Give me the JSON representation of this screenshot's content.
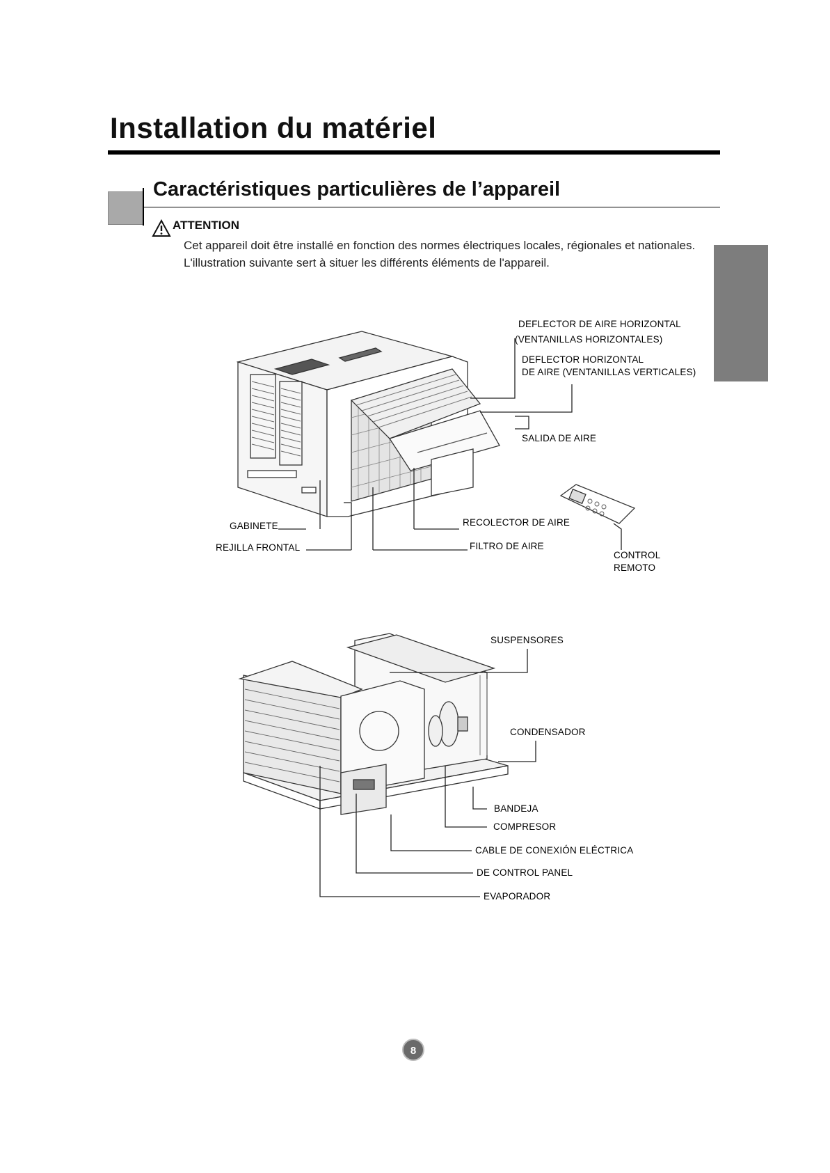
{
  "page": {
    "title": "Installation du matériel",
    "section_title": "Caractéristiques particulières de l’appareil",
    "page_number": "8"
  },
  "attention": {
    "label": "ATTENTION",
    "text": "Cet appareil doit être installé en fonction des normes électriques locales, régionales et nationales.  L'illustration suivante sert à situer les différents éléments de l'appareil."
  },
  "icons": {
    "warning": "warning-triangle-icon"
  },
  "figure_front": {
    "labels": {
      "deflector_horizontal_line1": "DEFLECTOR DE AIRE HORIZONTAL",
      "deflector_horizontal_line2": "(VENTANILLAS  HORIZONTALES)",
      "deflector_vertical_line1": "DEFLECTOR HORIZONTAL",
      "deflector_vertical_line2": "DE AIRE (VENTANILLAS  VERTICALES)",
      "salida": "SALIDA DE AIRE",
      "gabinete": "GABINETE",
      "recolector": "RECOLECTOR  DE AIRE",
      "rejilla": "REJILLA FRONTAL",
      "filtro": "FILTRO DE  AIRE",
      "control_line1": "CONTROL",
      "control_line2": "REMOTO"
    }
  },
  "figure_back": {
    "labels": {
      "suspensores": "SUSPENSORES",
      "condensador": "CONDENSADOR",
      "bandeja": "BANDEJA",
      "compresor": "COMPRESOR",
      "cable": "CABLE DE CONEXIÓN ELÉCTRICA",
      "panel": "DE CONTROL  PANEL",
      "evaporador": "EVAPORADOR"
    }
  }
}
